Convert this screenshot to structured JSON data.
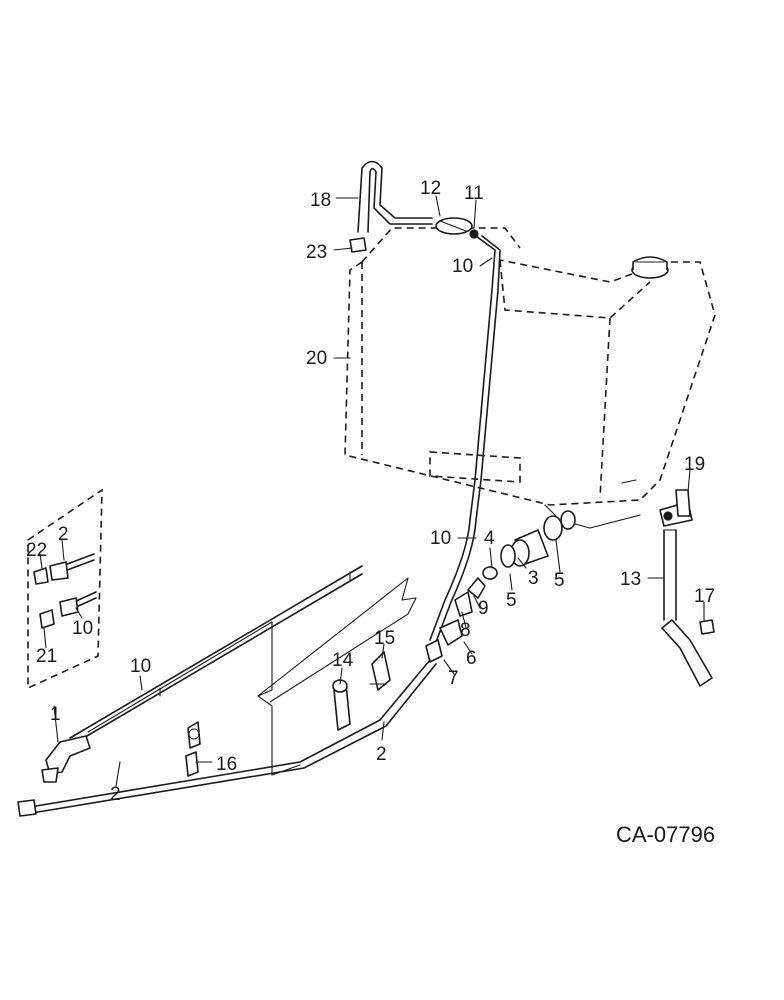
{
  "callouts": {
    "c1": "1",
    "c2a": "2",
    "c2b": "2",
    "c2c": "2",
    "c3": "3",
    "c4": "4",
    "c5a": "5",
    "c5b": "5",
    "c6": "6",
    "c7": "7",
    "c8": "8",
    "c9": "9",
    "c10a": "10",
    "c10b": "10",
    "c10c": "10",
    "c10d": "10",
    "c11": "11",
    "c12": "12",
    "c13": "13",
    "c14": "14",
    "c15": "15",
    "c16": "16",
    "c17": "17",
    "c18": "18",
    "c19": "19",
    "c20": "20",
    "c21": "21",
    "c22": "22",
    "c23": "23"
  },
  "drawing_code": "CA-07796"
}
